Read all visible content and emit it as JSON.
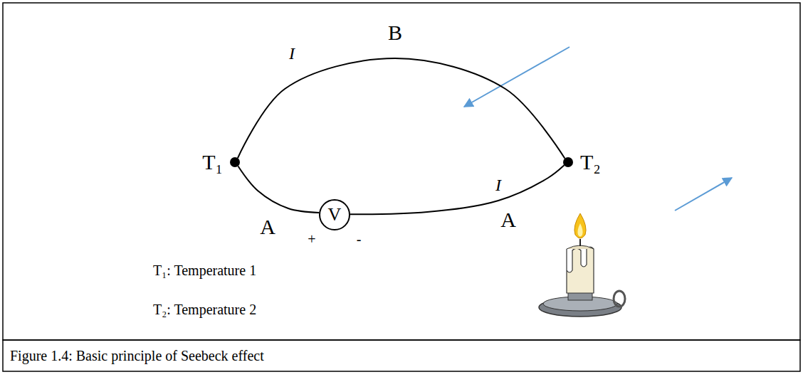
{
  "diagram": {
    "caption": "Figure 1.4: Basic principle of Seebeck effect",
    "nodes": [
      {
        "text": [
          "T₁"
        ]
      },
      {
        "text": [
          "V"
        ]
      },
      {
        "text": [
          "T₂"
        ]
      }
    ],
    "edges": [
      {
        "from": 0,
        "to": 2,
        "arrow": "none",
        "label": "B"
      },
      {
        "from": 0,
        "to": 1,
        "arrow": "none",
        "label": "A"
      },
      {
        "from": 1,
        "to": 2,
        "arrow": "none",
        "label": "A"
      }
    ],
    "labels": [
      "I",
      "I",
      "+",
      "-",
      "T₁: Temperature 1",
      "T₂: Temperature 2"
    ]
  }
}
